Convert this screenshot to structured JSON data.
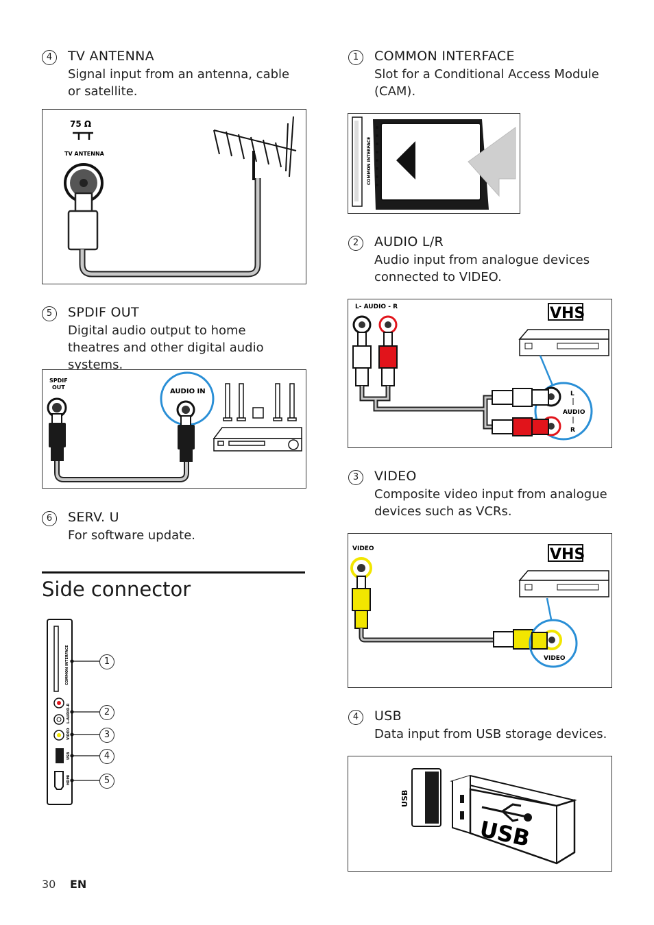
{
  "left": {
    "tv_antenna": {
      "num": "4",
      "heading": "TV ANTENNA",
      "desc": "Signal input from an antenna, cable or satellite.",
      "figure_label_top": "75 Ω",
      "figure_label": "TV ANTENNA"
    },
    "spdif": {
      "num": "5",
      "heading": "SPDIF OUT",
      "desc": "Digital audio output to home theatres and other digital audio systems.",
      "figure_label_left_1": "SPDIF",
      "figure_label_left_2": "OUT",
      "figure_label_right": "AUDIO  IN"
    },
    "serv": {
      "num": "6",
      "heading": "SERV. U",
      "desc": "For software update."
    },
    "side_title": "Side connector",
    "side_panel": {
      "labels": [
        "COMMON INTERFACE",
        "L-AUDIO-R",
        "VIDEO",
        "USB",
        "HDMI"
      ],
      "callouts": [
        "1",
        "2",
        "3",
        "4",
        "5"
      ]
    }
  },
  "right": {
    "ci": {
      "num": "1",
      "heading": "COMMON INTERFACE",
      "desc": "Slot for a Conditional Access Module (CAM).",
      "figure_label": "COMMON INTERFACE"
    },
    "audio": {
      "num": "2",
      "heading": "AUDIO L/R",
      "desc_before": "Audio input from analogue devices connected to ",
      "desc_em": "VIDEO",
      "desc_after": ".",
      "figure_label": "L- AUDIO - R",
      "vhs": "VHS",
      "zoom_l": "L",
      "zoom_audio": "AUDIO",
      "zoom_r": "R"
    },
    "video": {
      "num": "3",
      "heading": "VIDEO",
      "desc": "Composite video input from analogue devices such as VCRs.",
      "figure_label": "VIDEO",
      "vhs": "VHS",
      "zoom_label": "VIDEO"
    },
    "usb": {
      "num": "4",
      "heading": "USB",
      "desc": "Data input from USB storage devices.",
      "figure_label": "USB",
      "stick_label": "USB"
    }
  },
  "footer": {
    "page_number": "30",
    "lang": "EN"
  },
  "colors": {
    "red": "#e1141b",
    "yellow": "#f2e600",
    "white_plug": "#ffffff",
    "black_plug": "#1a1a1a",
    "cable": "#b5b5b5",
    "callout_blue": "#2a8fd6"
  }
}
